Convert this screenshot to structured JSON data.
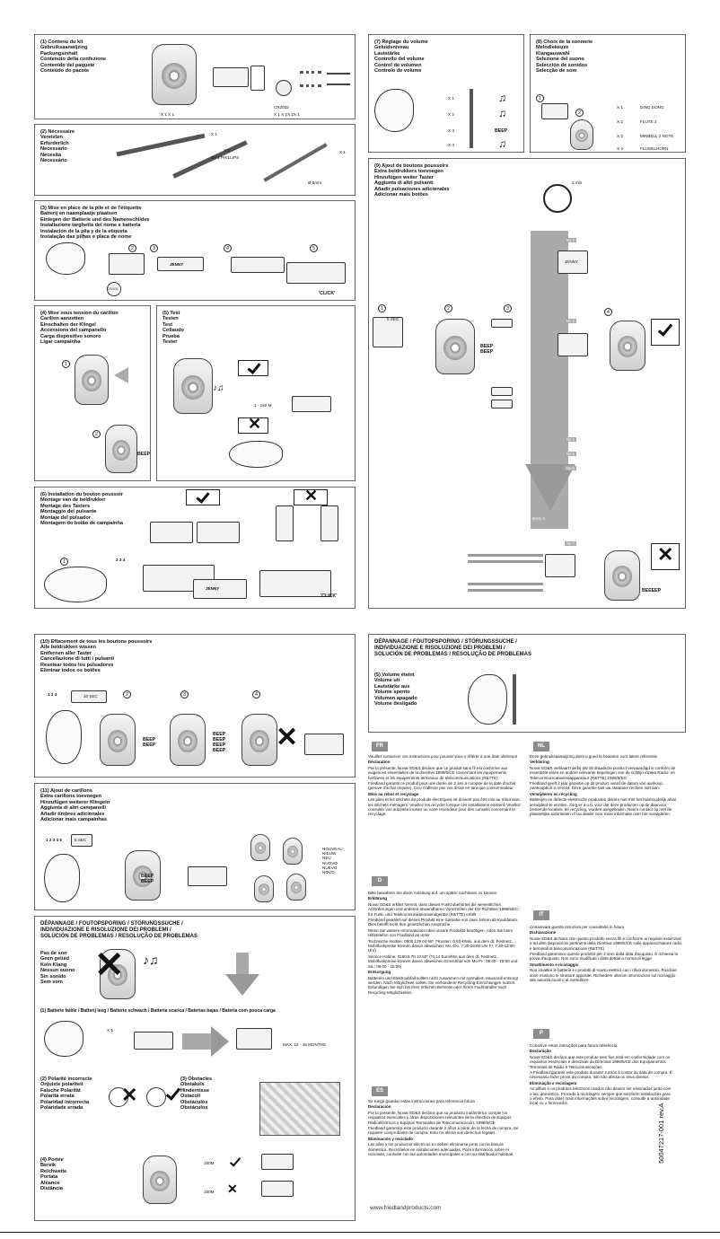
{
  "page": {
    "code": "50047217-001 rev.A",
    "website": "www.friedlandproducts.com"
  },
  "s1": {
    "title": "(1)  Contenu du kit\nGebruiksaanwijzing\nPackungsinhalt\nContenuto della confezione\nContenido del paquete\nConteúdo do pacote",
    "qty1": "X 1   X 1",
    "battery": "CR2032",
    "qty2": "X  1 X   2X  2X 1"
  },
  "s2": {
    "title": "(2)  Nécessaire\nVereisten\nErforderlich\nNecessario\nNecesita\nNecessário",
    "x1a": "X 1",
    "x1b": "X 1",
    "x1c": "X 1",
    "phillips": "No 1 PHILLIPS",
    "drill": "Ø 5mm"
  },
  "s3": {
    "title": "(3)  Mise en place de la pile et de l'étiquette\nBatterij en naamplaatje plaatsen\nEinlegen der Batterie und des Namenschildes\nInstallazione targhetta del nome e batteria\nInstalación de la pila y de la etiqueta\nInstalação das pilhas e placa de nome",
    "name": "JENNY",
    "click": "'CLICK'",
    "coin": "CR2032"
  },
  "s4": {
    "title": "(4)  Mise sous tension du carillon\nCarillon aanzetten\nEinschalten der Klingel\nAccensione del campanello\nCarga dispositivo sonoro\nLigar campainha",
    "beep": "BEEP"
  },
  "s5": {
    "title": "(5)  Test\nTesten\nTest\nCollaudo\nPrueba\nTester",
    "range": "1 - 150 M"
  },
  "s6": {
    "title": "(6)  Installation du bouton poussoir\nMontage van de beldrukker\nMontage des Tasters\nMontaggio del pulsante\nMontaje del pulsador\nMontagem do botão de campainha",
    "steps": "2 3 4",
    "name": "JENNY",
    "click": "'CLICK'"
  },
  "s7": {
    "title": "(7)  Réglage du volume\nGeluidsniveau\nLautstärke\nControllo del volume\nControl de volumen\nControlo de volume",
    "x1": "X 1",
    "x2": "X 2",
    "x3": "X 3",
    "x4": "X 4",
    "beep": "BEEP"
  },
  "s8": {
    "title": "(8)  Choix de la sonnerie\nMelodiekeuze\nKlangauswahl\nSelezione del suono\nSelección de sonidos\nSelecção de som",
    "x1": "X 1",
    "x2": "X 2",
    "x3": "X 3",
    "x4": "X 4",
    "tones": [
      "DING DONG",
      "FLUTE 3",
      "MINBELL 2 NOTE",
      "FLUGELHORN"
    ]
  },
  "s9": {
    "title": "(9)  Ajout de boutons poussoirs\nExtra beldrukkers toevoegen\nHinzufügen weiter Taster\nAggiunta di altri pulsanti\nAñadir pulsaciones adicionales\nAdicionar mais botões",
    "time": "2 min",
    "sec": "5 SEC",
    "beep": "BEEP\nBEEP",
    "beeep": "BEEEEP",
    "max": "MAX. 6",
    "nos": [
      "No.2",
      "No.3",
      "No.4",
      "No.5",
      "No.6",
      "No.7"
    ],
    "name": "JENNY"
  },
  "s10": {
    "title": "(10) Effacement de tous les boutons poussoirs\nAlle beldrukken wissen\nEntfernen aller Taster\nCancellazione di tutti i pulsanti\nResetear todos los pulsadores\nEliminar todos os botões",
    "steps": "1 2 4",
    "sec": "10 SEC",
    "beep2": "BEEP\nBEEP",
    "beep4": "BEEP\nBEEP\nBEEP\nBEEP"
  },
  "s11": {
    "title": "(11) Ajout de carillons\nExtra carillons toevoegen\nHinzufügen weiterer Klingeln\nAggiunta di altri campanelli\nAñadir timbres adicionales\nAdicionar mais campainhas",
    "steps": "1 2 3 4 5",
    "sec": "5 SEC",
    "beep": "BEEP\nBEEP",
    "new": "NOUVEAU\nNIEUW\nNEU\nNUOVO\nNUEVO\nNOVO"
  },
  "trouble": {
    "heading": "DÉPANNAGE / FOUTOPSPORING / STÖRUNGSSUCHE /\nINDIVIDUAZIONE E RISOLUZIONE DEI PROBLEMI /\nSOLUCIÓN DE PROBLEMAS / RESOLUÇÃO DE PROBLEMAS",
    "nosound": "Pas de son\nGeen geluid\nKein Klang\nNessun suono\nSin sonido\nSem som",
    "battery": "(1) Batterie faible / Batterij leeg / Batterie schwach / Batteria scarica / Baterías bajas / Bateria com pouca carga",
    "x5": "X 5",
    "months": "MAX. 12 - 18 MONTHS",
    "polarity": "(2)  Polarité incorrecte\nOnjuiste polariteit\nFalsche Polarität\nPolarità errata\nPolaridad incorrecta\nPolaridade errada",
    "obstacles": "(3)  Obstacles\nObstakels\nHindernisse\nOstacoli\nObstáculos\nObstáculos",
    "range": "(4)  Portée\nBereik\nReichweite\nPortata\nAlcance\nDistância",
    "r150a": "150M",
    "r150b": "150M",
    "volume": "(5)  Volume éteint\nVolume uit\nLautstärke aus\nVolume spento\nVolumen apagado\nVolume desligado"
  },
  "langs": {
    "fr": {
      "code": "FR",
      "text": "Veuillez conserver ces instructions pour pouvoir vous y référer à une date ultérieure",
      "h1": "Déclaration",
      "p1": "Par la présente, Novar ED&S déclare que ce produit sans fil est conforme aux exigences essentielles de la directive 1999/5/CE concernant les équipements hertziens et les équipements terminaux de télécommunications (R&TTE)",
      "p2": "Friedland garantit ce produit pour une durée de 2 ans à compter de la date d'achat (preuve d'achat requise). Ceci n'affecte pas vos droits en tant que consommateur",
      "h2": "Mise au rebut et recyclage",
      "p3": "Les piles et les déchets de produits électriques ne doivent pas être mis au rebut avec les déchets ménagers. Veuillez les recycler lorsque ces installations existent. Veuillez consulter vos autorités locales ou votre revendeur pour des conseils concernant le recyclage."
    },
    "nl": {
      "code": "NL",
      "text": "Deze gebruiksaanwijzing dient u goed te bewaren voor latere referentie",
      "h1": "Verklaring",
      "p1": "Novar ED&S verklaart hierbij dat dit draadloze product verwaardigd is conform de essentiële eisen en andere relevante bepalingen van de richtlijn inzake Radio- en Telecommunicatieeindapparatuur (R&TTE) 1999/5/EG",
      "p2": "Friedland geeft 2 jaar garantie op dit product vanaf de datum van aankoop. Aankoopbon is vereist. Deze garantie tast uw statutaire rechten niet aan.",
      "h2": "Verwijderen en recycling",
      "p3": "Batterijen en defecte elektrische producten dienen niet met het huishoudelijk afval verwijderd te worden. Zorg er a.u.b. voor dat deze producten op de daarvoor bestemde locaties, ter recycling, worden aangeboden. Neem contact op met de plaatselijke autoriteiten of uw dealer voor meer informatie over het verwijderen."
    },
    "de": {
      "code": "D",
      "text": "Bitte bewahren Sie diese Anleitung auf, um später nachlesen zu können",
      "h1": "Erklärung",
      "p1": "Novar ED&S erklärt hiermit, dass dieses Funkzubehörteil die wesentlichen Anforderungen und anderen anwendbaren Vorschriften der EU-Richtlinie 1999/5/EC für Funk- und Telekommunikationsendgeräte (R&TTE) erfüllt",
      "p2": "Friedland gewährt auf dieses Produkt eine Garantie von zwei Jahren ab Kaufdatum. Dies betrifft nicht Ihre gesetzlichen Ansprüche",
      "p2b": "Wenn Sie weitere Informationen über unsere Produkte benötigen, rufen Sie beim Hilfetelefon von Friedland an unter",
      "p2c": "Technische Hotline: 0900 129 04 68* (*Kosten: 0,93 €/Min. aus dem dt. Festnetz, Mobilfunkpreise können davon abweichen; Mo.-Do. 7:30-16:00 Uhr Fr. 7:30-13:00 Uhr)",
      "p2d": "Service Hotline: 0180 5 70 10 50* (*0,14 Euro/Min aus dem dt. Festnetz, Mobilfunkpreise können davon abweichen Erreichbar von Mo-Fr.: 08:00 - 19:00 und Sa.: 09:00 - 16:00)",
      "h2": "Entsorgung",
      "p3": "Batterien und Elektroabfall sollten nicht zusammen mit normalem Hausmüll entsorgt werden. Nach Möglichkeit sollten Sie vorhandene Recycling-Einrichtungen nutzen. Erkundigen Sie sich bei Ihrer örtlichen Behörde oder Ihrem Fachhändler nach Recycling-Möglichkeiten."
    },
    "es": {
      "code": "ES",
      "text": "Se ruega guardar estas instrucciones para referencia futura",
      "h1": "Declaración",
      "p1": "Por la presente, Novar ED&S declara que su producto inalámbrico cumple los requisitos esenciales y otras disposiciones relevantes de la directiva de Equipos Radioeléctricos y Equipos Terminales de Telecomunicación, 1999/5/CE",
      "p2": "Friedland garantiza este producto durante 2 años a partir de la fecha de compra. Se requiere comprobante de compra. Esto no afecta sus derechos legales",
      "h2": "Eliminación y reciclado",
      "p3": "Las pilas y los productos eléctricos no deben eliminarse junto con la basura doméstica. Recicláelos en instalaciones adecuadas. Para información sobre el reciclado, consulte con las autoridades municipales o con su distribuidor habitual."
    },
    "it": {
      "code": "IT",
      "text": "Conservare queste istruzioni per consultarle in futuro",
      "h1": "Dichiarazione",
      "p1": "Novar ED&S dichiara che questo prodotto senza fili è conforme ai requisiti essenziali e ad altre disposizioni pertinenti della Direttiva 1999/5/CE sulle apparecchiature radio e terminali di telecomunicazione (R&TTE)",
      "p2": "Friedland garantisce questo prodotto per 2 anni dalla data d'acquisto. È richiesta la prova d'acquisto. Non sono modificati i diritti dettati a norma di legge",
      "h2": "Smaltimento e riciclaggio",
      "p3": "Non smaltire le batterie e i prodotti di scarto elettrici con i rifiuti domestici. Riciclare dove esistono le strutture apposite. Richiedere ulteriori informazioni sul riciclaggio alle autorità locali o al rivenditore."
    },
    "pt": {
      "code": "P",
      "text": "Conserve estas instruções para futura referência",
      "h1": "Declaração",
      "p1": "Novar ED&S declara que este produto sem fios está em conformidade com os requisitos essenciais e directivas da Directiva 1999/5/CE dos Equipamentos Terminais de Rádio e Telecomunicações",
      "p2": "A Friedland garante este produto durante 2 anos a contar da data de compra. É necessário fazer prova da compra. Isto não afecta os seus direitos",
      "h2": "Eliminação e reciclagem",
      "p3": "As pilhas e os produtos eléctricos usados não devem ser eliminados junto com o lixo doméstico. Proceda à reciclagem sempre que existirem instalações para o efeito. Para obter mais informações sobre reciclagem, consulte a autoridade local ou o fornecedor."
    }
  }
}
